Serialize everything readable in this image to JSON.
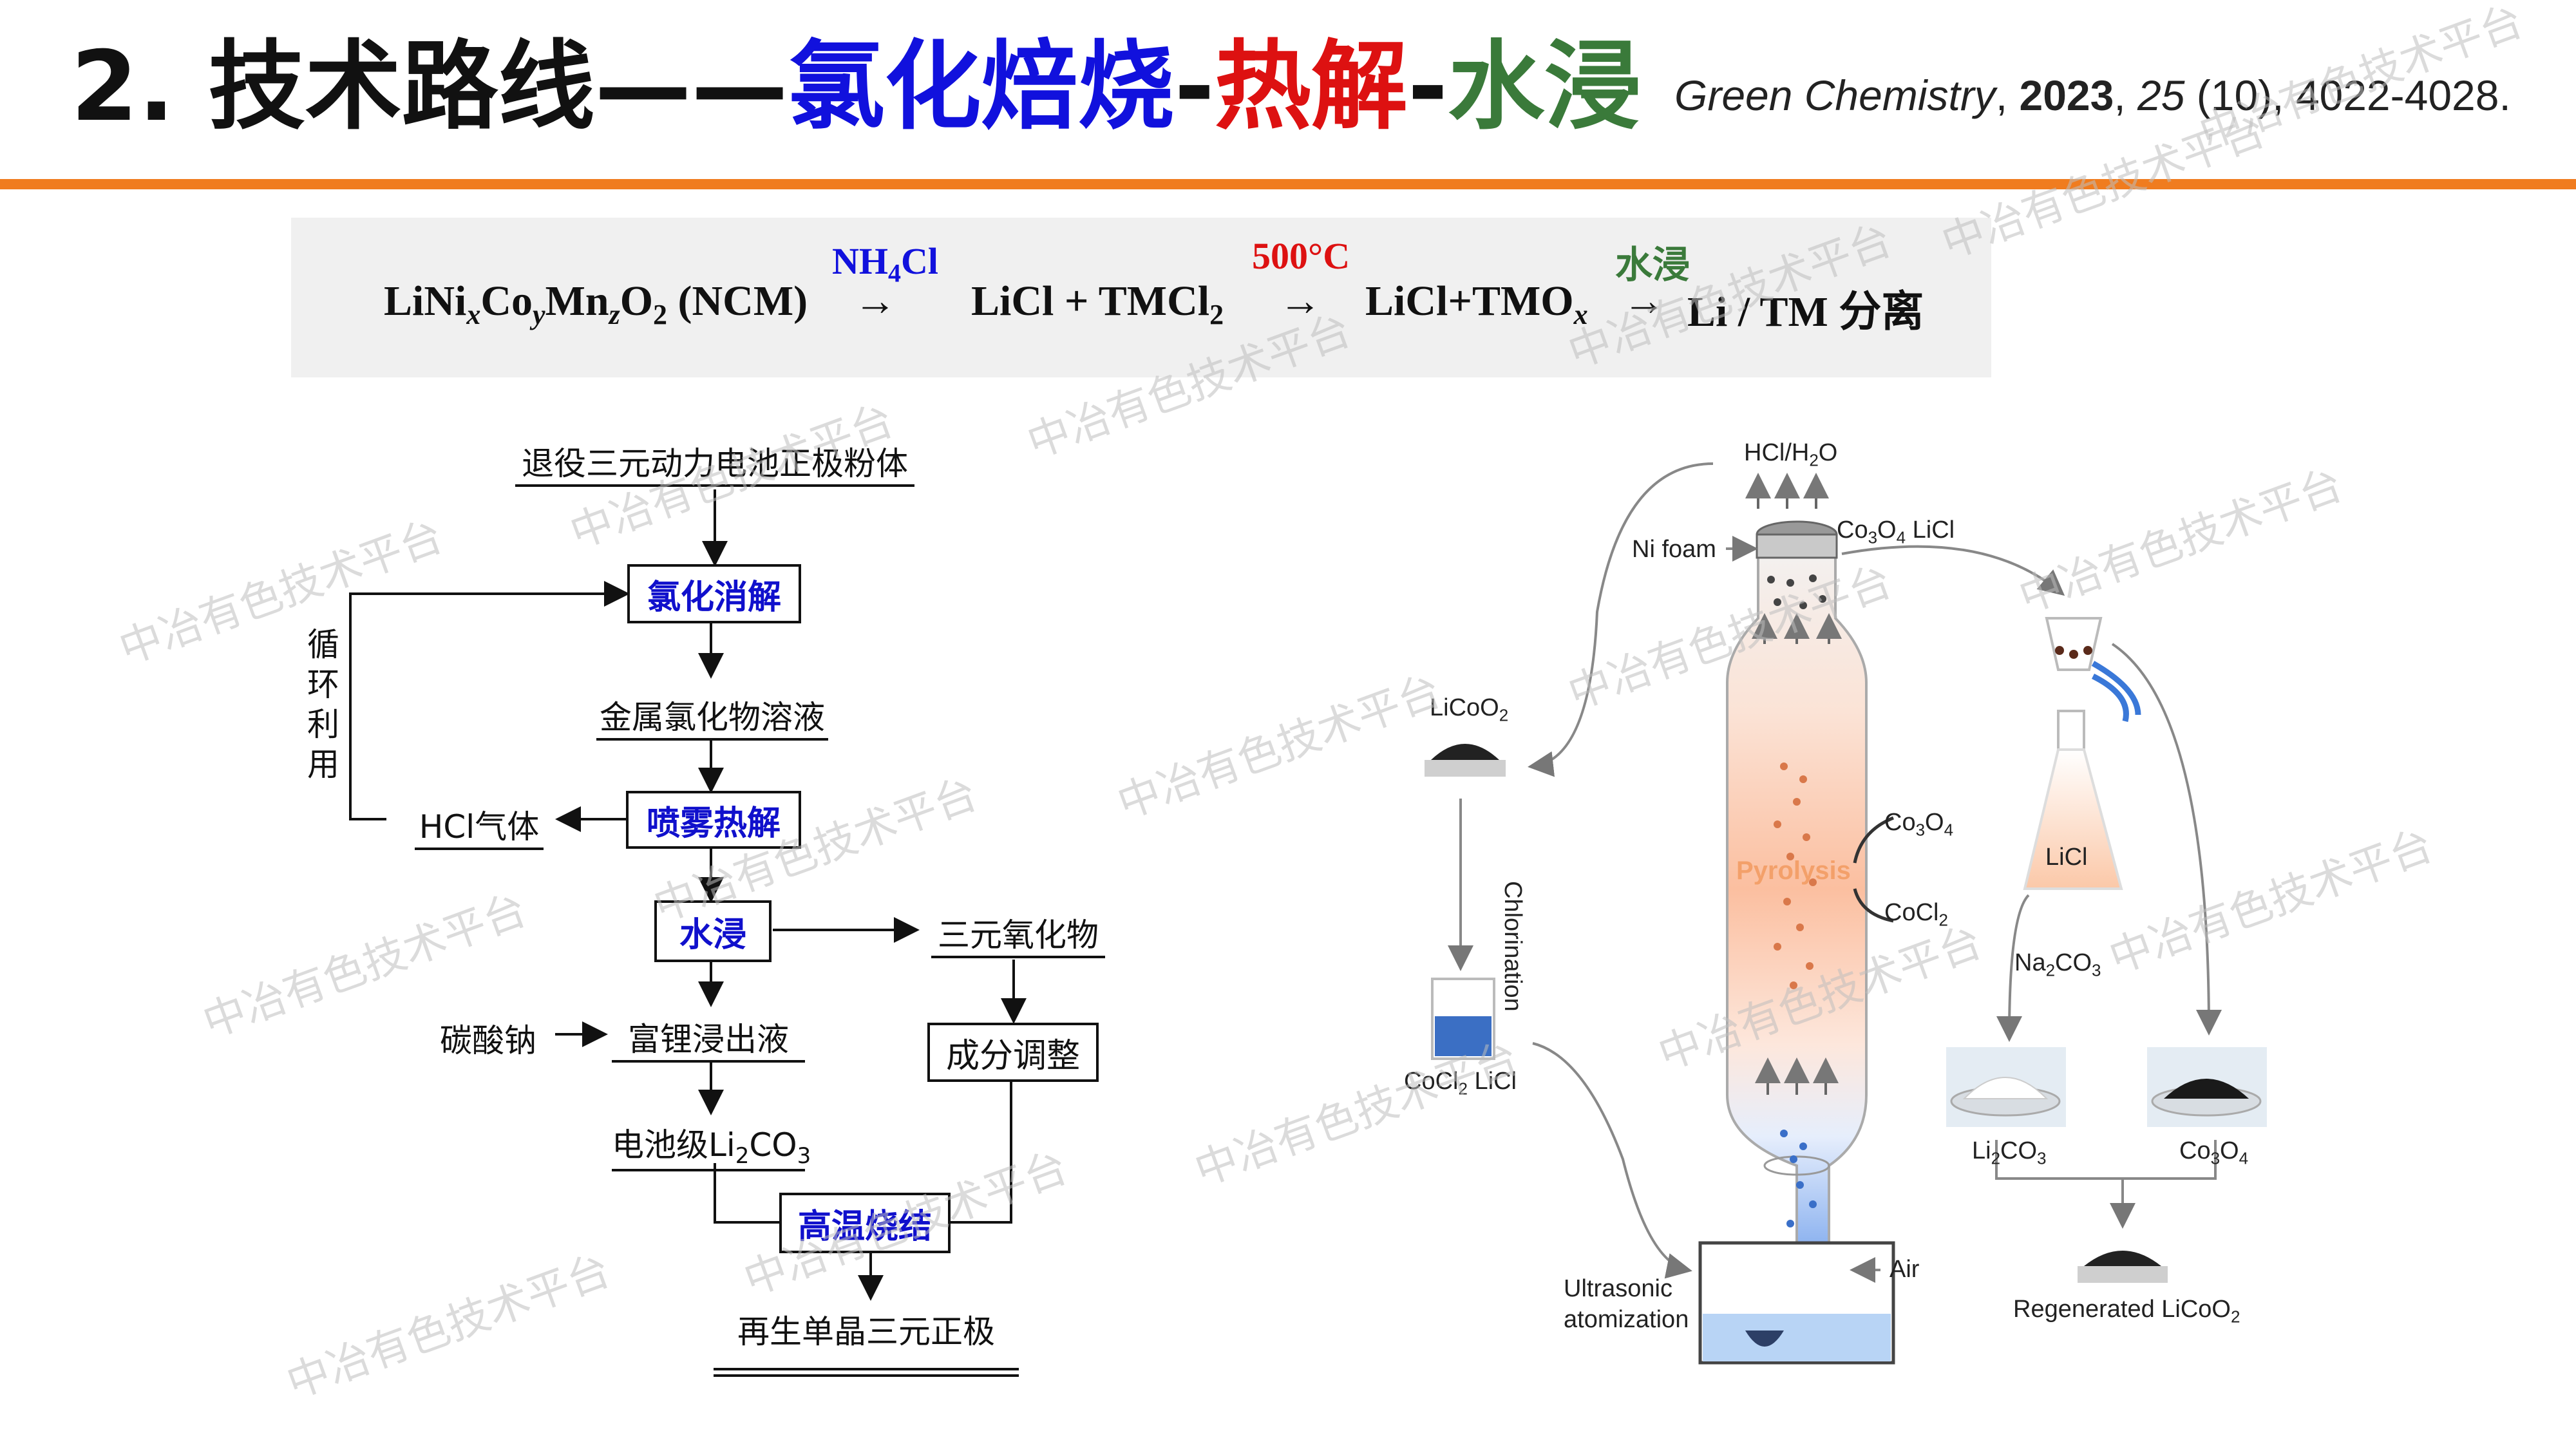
{
  "title": {
    "main": "2. 技术路线——",
    "blue": "氯化焙烧",
    "sep1": "-",
    "red": "热解",
    "sep2": "-",
    "green": "水浸"
  },
  "citation": {
    "journal": "Green Chemistry",
    "comma1": ", ",
    "year": "2023",
    "comma2": ", ",
    "volume": "25",
    "rest": " (10), 4022-4028."
  },
  "colors": {
    "accent": "#f07c1f",
    "blue": "#1111dd",
    "red": "#dd1111",
    "green": "#3a7a3a"
  },
  "equation": {
    "reactant": "LiNi",
    "sub_x": "x",
    "co": "Co",
    "sub_y": "y",
    "mn": "Mn",
    "sub_z": "z",
    "o": "O",
    "sub_2": "2",
    "ncm": " (NCM)",
    "cond1": "NH",
    "cond1_sub": "4",
    "cond1_tail": "Cl",
    "cond2": "500°C",
    "cond3": "水浸",
    "arrow": "→",
    "p1": "LiCl + TMCl",
    "p1_sub": "2",
    "p2": "LiCl+TMO",
    "p2_sub": "x",
    "p3": "Li / TM 分离"
  },
  "flowchart": {
    "start": "退役三元动力电池正极粉体",
    "step1": "氯化消解",
    "step2": "金属氯化物溶液",
    "step3": "喷雾热解",
    "hcl": "HCl气体",
    "recycle": [
      "循",
      "环",
      "利",
      "用"
    ],
    "step4": "水浸",
    "ternary_oxide": "三元氧化物",
    "sodium_carbonate": "碳酸钠",
    "li_rich": "富锂浸出液",
    "composition_adjust": "成分调整",
    "li2co3": "电池级Li",
    "li2co3_sub": "2",
    "li2co3_tail": "CO",
    "li2co3_sub2": "3",
    "sintering": "高温烧结",
    "final": "再生单晶三元正极"
  },
  "diagram": {
    "hcl_h2o": "HCl/H",
    "hcl_h2o_sub": "2",
    "hcl_h2o_tail": "O",
    "ni_foam": "Ni foam",
    "co3o4_licl": "Co",
    "co3o4_licl_sub1": "3",
    "co3o4_licl_mid": "O",
    "co3o4_licl_sub2": "4",
    "co3o4_licl_tail": " LiCl",
    "licoo2": "LiCoO",
    "licoo2_sub": "2",
    "chlorination": "Chlorination",
    "cocl2_licl": "CoCl",
    "cocl2_licl_sub": "2",
    "cocl2_licl_tail": " LiCl",
    "pyrolysis": "Pyrolysis",
    "co3o4": "Co",
    "co3o4_sub1": "3",
    "co3o4_mid": "O",
    "co3o4_sub2": "4",
    "cocl2": "CoCl",
    "cocl2_sub": "2",
    "licl": "LiCl",
    "na2co3": "Na",
    "na2co3_sub1": "2",
    "na2co3_mid": "CO",
    "na2co3_sub2": "3",
    "li2co3": "Li",
    "li2co3_sub1": "2",
    "li2co3_mid": "CO",
    "li2co3_sub2": "3",
    "co3o4_b": "Co",
    "co3o4_b_sub1": "3",
    "co3o4_b_mid": "O",
    "co3o4_b_sub2": "4",
    "air": "Air",
    "ultrasonic": "Ultrasonic",
    "atomization": "atomization",
    "regenerated": "Regenerated LiCoO",
    "regenerated_sub": "2"
  },
  "watermark": "中冶有色技术平台"
}
